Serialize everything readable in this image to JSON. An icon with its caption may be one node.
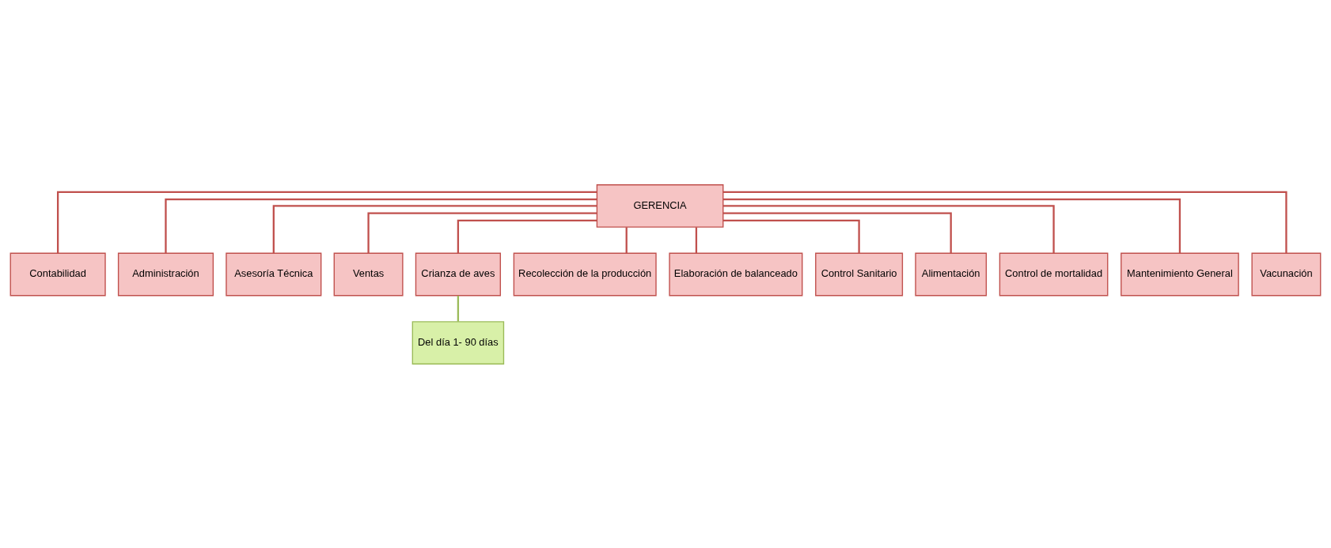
{
  "diagram": {
    "nodes": [
      {
        "text": [
          "GERENCIA"
        ]
      },
      {
        "text": [
          "Contabilidad"
        ]
      },
      {
        "text": [
          "Administración"
        ]
      },
      {
        "text": [
          "Asesoría Técnica"
        ]
      },
      {
        "text": [
          "Ventas"
        ]
      },
      {
        "text": [
          "Crianza de aves"
        ]
      },
      {
        "text": [
          "Recolección de la producción"
        ]
      },
      {
        "text": [
          "Elaboración de balanceado"
        ]
      },
      {
        "text": [
          "Control Sanitario"
        ]
      },
      {
        "text": [
          "Alimentación"
        ]
      },
      {
        "text": [
          "Control de mortalidad"
        ]
      },
      {
        "text": [
          "Mantenimiento General"
        ]
      },
      {
        "text": [
          "Vacunación"
        ]
      },
      {
        "text": [
          "Del día 1- 90 días"
        ]
      }
    ],
    "edges": [
      {
        "from": 0,
        "to": 1,
        "arrow": "none"
      },
      {
        "from": 0,
        "to": 2,
        "arrow": "none"
      },
      {
        "from": 0,
        "to": 3,
        "arrow": "none"
      },
      {
        "from": 0,
        "to": 4,
        "arrow": "none"
      },
      {
        "from": 0,
        "to": 5,
        "arrow": "none"
      },
      {
        "from": 0,
        "to": 6,
        "arrow": "none"
      },
      {
        "from": 0,
        "to": 7,
        "arrow": "none"
      },
      {
        "from": 0,
        "to": 8,
        "arrow": "none"
      },
      {
        "from": 0,
        "to": 9,
        "arrow": "none"
      },
      {
        "from": 0,
        "to": 10,
        "arrow": "none"
      },
      {
        "from": 0,
        "to": 11,
        "arrow": "none"
      },
      {
        "from": 0,
        "to": 12,
        "arrow": "none"
      },
      {
        "from": 5,
        "to": 13,
        "arrow": "none",
        "color": "#9bbb59"
      }
    ]
  }
}
